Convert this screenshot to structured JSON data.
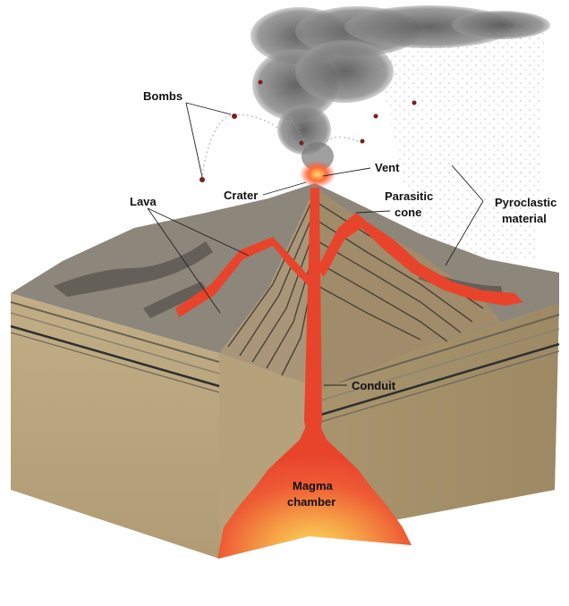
{
  "diagram": {
    "labels": {
      "bombs": "Bombs",
      "vent": "Vent",
      "crater": "Crater",
      "lava": "Lava",
      "parasitic_cone_line1": "Parasitic",
      "parasitic_cone_line2": "cone",
      "pyroclastic_line1": "Pyroclastic",
      "pyroclastic_line2": "material",
      "conduit": "Conduit",
      "magma_line1": "Magma",
      "magma_line2": "chamber"
    },
    "colors": {
      "background": "#ffffff",
      "magma": "#e8442c",
      "magma_glow": "#f8d24a",
      "ground": "#b6a27b",
      "ground_dark": "#8f7f5f",
      "rock_surface": "#8c8478",
      "ash": "#7a7a7a",
      "strata_dark": "#2f2f2f"
    }
  }
}
